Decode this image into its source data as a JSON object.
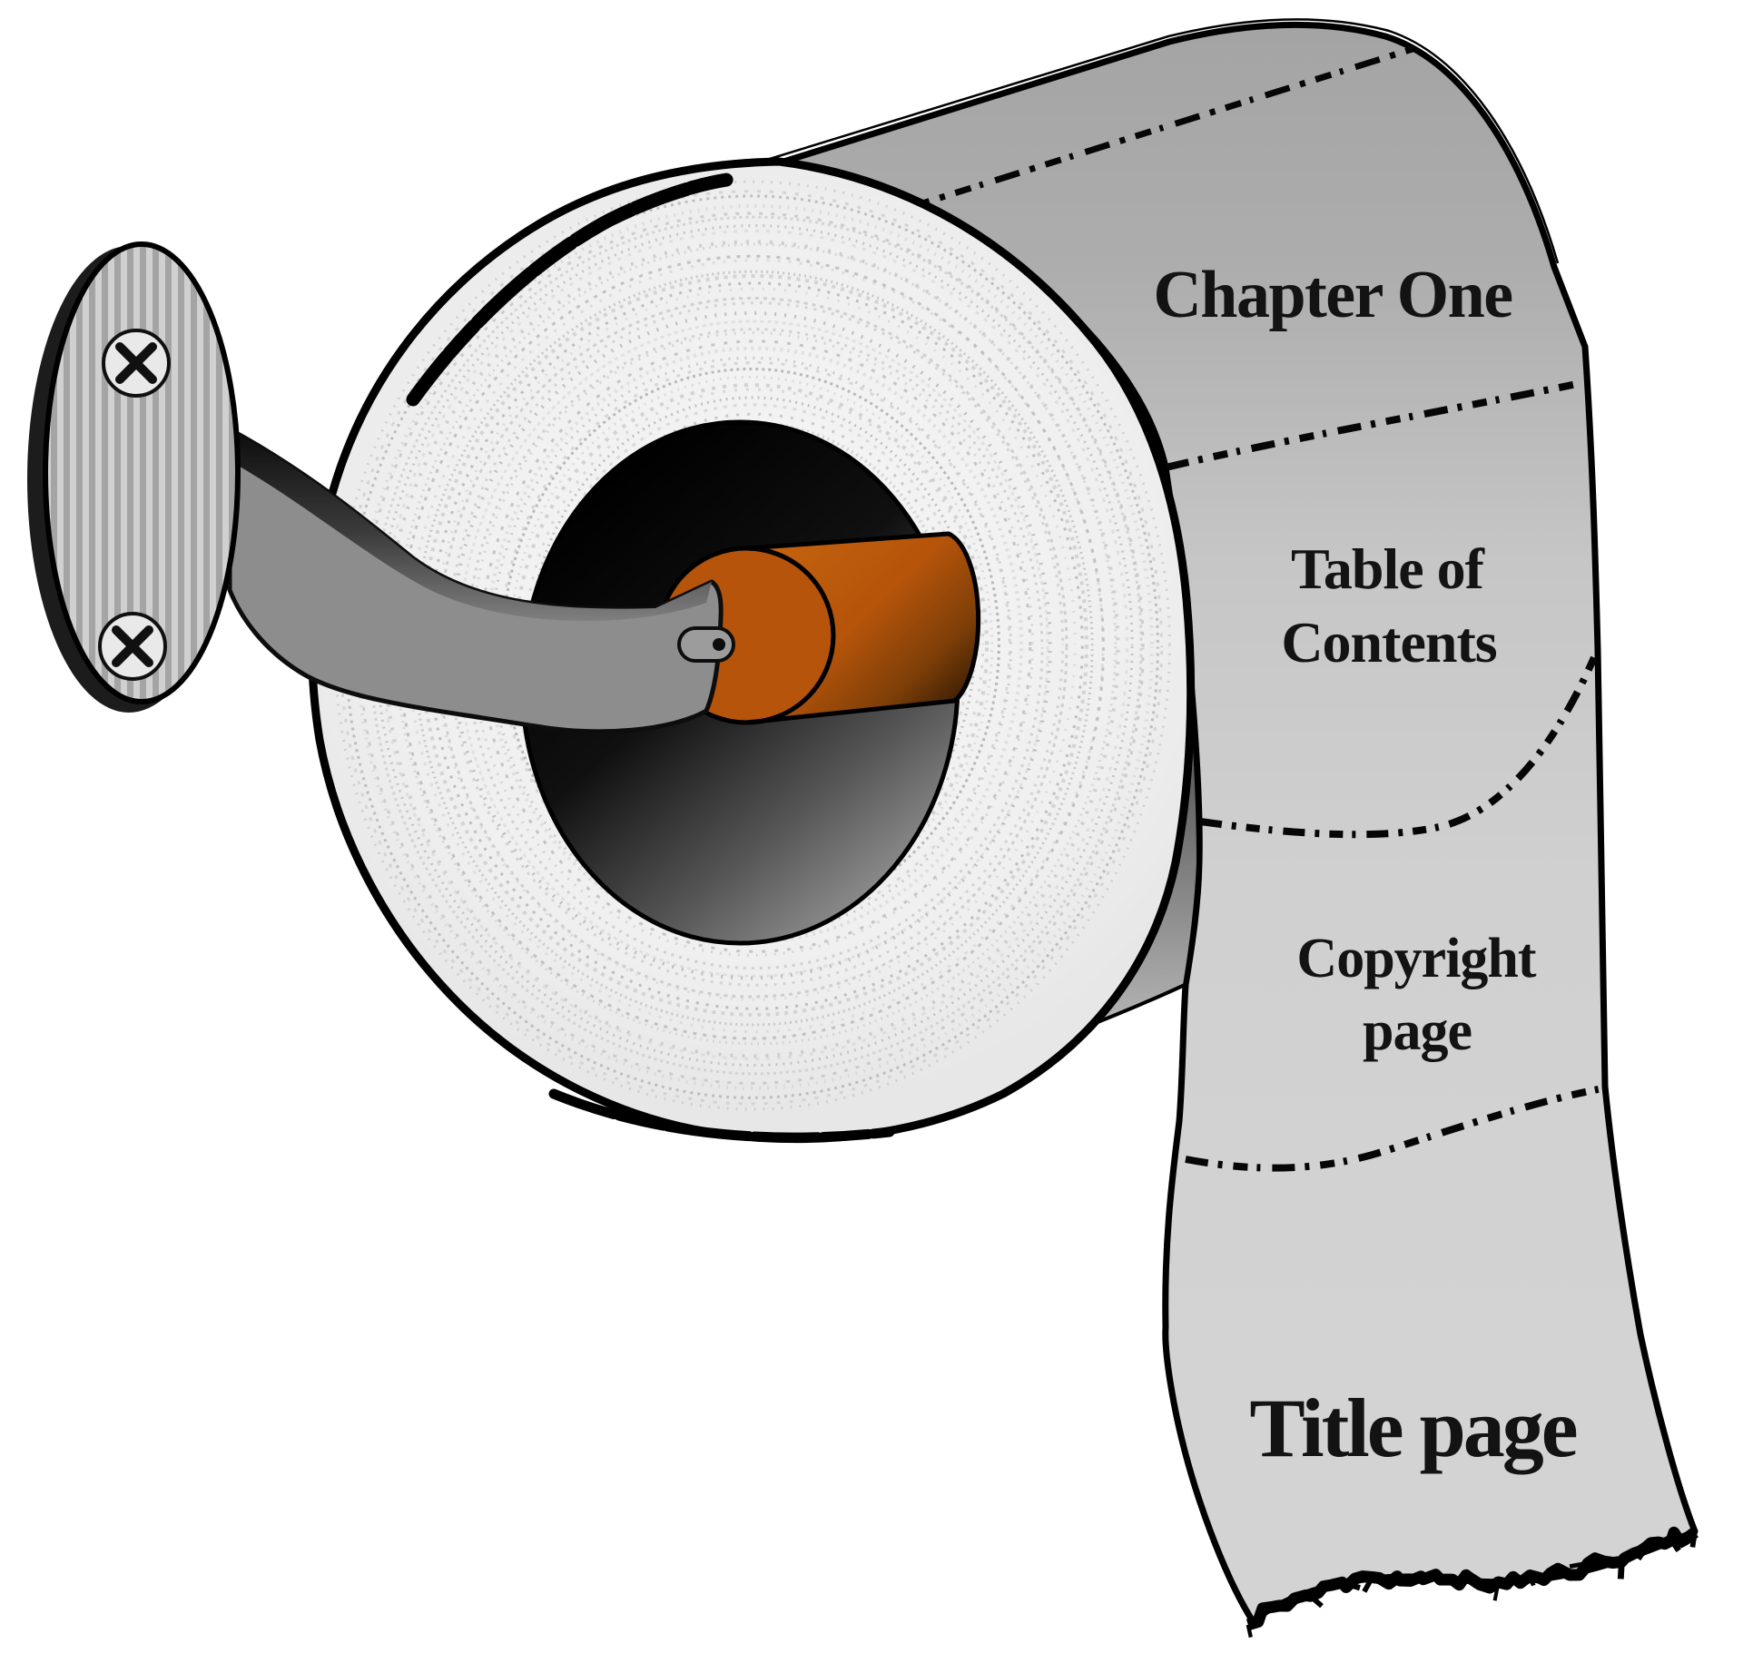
{
  "illustration": {
    "labels": {
      "chapter_one": "Chapter One",
      "table_of_line1": "Table of",
      "table_of_line2": "Contents",
      "copyright_line1": "Copyright",
      "copyright_line2": "page",
      "title_page": "Title page"
    },
    "colors": {
      "outline": "#000000",
      "core_orange": "#b5540a",
      "roll_face": "#efefef",
      "sheet_top_gray": "#a4a4a4",
      "sheet_bottom_gray": "#d3d3d3",
      "holder_gray": "#8d8d8d",
      "plate_stripe_light": "#d0d0d0",
      "plate_stripe_dark": "#a4a4a4"
    },
    "icons": {
      "screw_top": "screw-x-icon",
      "screw_bottom": "screw-x-icon"
    }
  }
}
